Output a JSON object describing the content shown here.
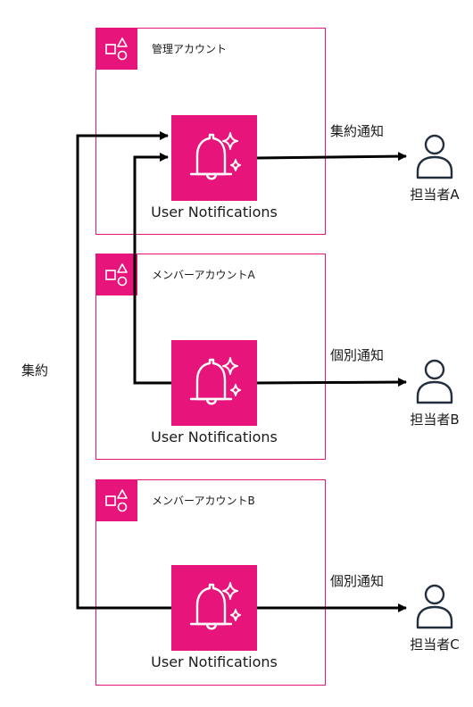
{
  "accounts": [
    {
      "label": "管理アカウント",
      "service": "User Notifications"
    },
    {
      "label": "メンバーアカウントA",
      "service": "User Notifications"
    },
    {
      "label": "メンバーアカウントB",
      "service": "User Notifications"
    }
  ],
  "flows": {
    "aggregate_label": "集約",
    "aggregated_notification": "集約通知",
    "individual_notification_b": "個別通知",
    "individual_notification_c": "個別通知"
  },
  "persons": [
    {
      "label": "担当者A"
    },
    {
      "label": "担当者B"
    },
    {
      "label": "担当者C"
    }
  ],
  "colors": {
    "accent": "#e7157b",
    "arrow": "#000000",
    "person_stroke": "#232f3e"
  },
  "icons": {
    "account": "account-group-icon",
    "service": "bell-notification-icon",
    "person": "user-icon"
  }
}
